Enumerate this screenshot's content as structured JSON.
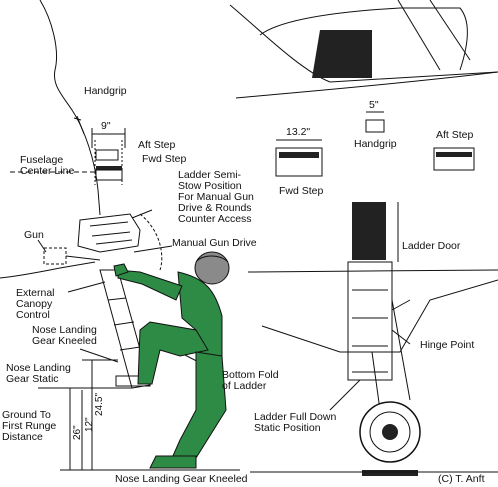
{
  "colors": {
    "suit": "#2e8b45",
    "helmet": "#8a8a8a",
    "line": "#111111",
    "fill_dark": "#222222"
  },
  "labels": {
    "handgrip_top": "Handgrip",
    "nine_in": "9\"",
    "aft_step_left": "Aft Step",
    "fwd_step_left": "Fwd Step",
    "fuselage_center_line": "Fuselage\nCenter Line",
    "ladder_semi_stow": "Ladder Semi-\nStow Position\nFor Manual Gun\nDrive & Rounds\nCounter Access",
    "gun": "Gun",
    "manual_gun_drive": "Manual Gun Drive",
    "external_canopy_control": "External\nCanopy\nControl",
    "nose_gear_kneeled": "Nose Landing\nGear Kneeled",
    "nose_gear_static": "Nose Landing\nGear Static",
    "ground_to_rung": "Ground To\nFirst Runge\nDistance",
    "dim_26": "26\"",
    "dim_12": "12\"",
    "dim_24_5": "24.5\"",
    "bottom_fold": "Bottom Fold\nof Ladder",
    "nose_gear_kneeled_bottom": "Nose Landing Gear Kneeled",
    "dim_13_2": "13.2\"",
    "fwd_step_right": "Fwd Step",
    "dim_5": "5\"",
    "handgrip_right": "Handgrip",
    "aft_step_right": "Aft Step",
    "ladder_door": "Ladder Door",
    "hinge_point": "Hinge Point",
    "ladder_full_down": "Ladder Full Down\nStatic Position",
    "copyright": "(C) T. Anft"
  }
}
